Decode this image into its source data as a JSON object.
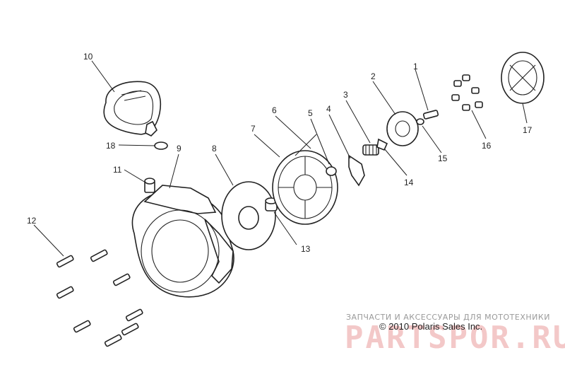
{
  "callouts": [
    "1",
    "2",
    "3",
    "4",
    "5",
    "6",
    "7",
    "8",
    "9",
    "10",
    "11",
    "12",
    "13",
    "14",
    "15",
    "16",
    "17",
    "18"
  ],
  "copyright": "© 2010 Polaris Sales Inc.",
  "watermark": {
    "caption": "ЗАПЧАСТИ И АКСЕССУАРЫ ДЛЯ МОТОТЕХНИКИ",
    "brand": "PARTSPOR.RU"
  }
}
